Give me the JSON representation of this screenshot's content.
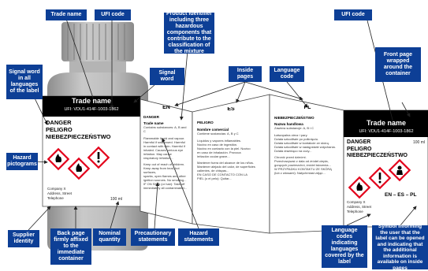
{
  "callouts": {
    "trade_name": "Trade name",
    "ufi_code_top": "UFI code",
    "product_identifier": "Product identifier including three hazardous components that contribute to the classification of the mixture",
    "ufi_code_right": "UFI code",
    "signal_word_all_languages": "Signal word in all languages of the label",
    "signal_word": "Signal word",
    "inside_pages": "Inside pages",
    "language_code": "Language code",
    "front_page_wrapped": "Front page wrapped around the container",
    "hazard_pictograms": "Hazard pictograms",
    "supplier_identity": "Supplier identity",
    "back_page_affixed": "Back page firmly affixed to the immediate container",
    "nominal_quantity": "Nominal quantity",
    "precautionary_statements": "Precautionary statements",
    "hazard_statements": "Hazard statements",
    "language_codes_covered": "Language codes indicating languages covered by the label",
    "symbol_informing": "Symbol informing the user that the label can be opened and indicating that the additional information is available on inside pages"
  },
  "back_label": {
    "trade_name": "Trade name",
    "ufi": "UFI: VDU1-414F-1003-1862",
    "signal_words": [
      "DANGER",
      "PELIGRO",
      "NIEBEZPIECZEŃSTWO"
    ],
    "company": [
      "Company X",
      "Address, Street",
      "Telephone"
    ],
    "quantity": "100 ml"
  },
  "pages": {
    "en": {
      "code": "EN",
      "signal": "DANGER",
      "trade_name": "Trade name",
      "contains": "Contains substances: A, B and C",
      "lines": [
        "Flammable liquid and vapour.",
        "Harmful if swallowed. Harmful",
        "in contact with skin. Harmful if",
        "inhaled. Causes serious eye",
        "irritation. May cause",
        "respiratory irritation...",
        "Keep out of reach of children.",
        "Keep away from heat, hot surfaces,",
        "sparks, open flames and other",
        "ignition sources. No smoking...",
        "IF ON SKIN (or hair): Take off",
        "immediately all contaminated..."
      ]
    },
    "es": {
      "code": "ES",
      "signal": "PELIGRO",
      "trade_name": "Nombre comercial",
      "contains": "Contiene sustancias: A, B y C",
      "lines": [
        "Líquidos y vapores inflamables.",
        "Nocivo en caso de ingestión.",
        "Nocivo en contacto con la piel. Nocivo",
        "en caso de inhalación. Provoca",
        "irritación ocular grave...",
        "Mantener fuera del alcance de los niños.",
        "Mantener alejado del calor, de superficies",
        "calientes, de chispas...",
        "EN CASO DE CONTACTO CON LA",
        "PIEL (o el pelo): Quitar..."
      ]
    },
    "pl": {
      "code": "PL",
      "signal": "NIEBEZPIECZEŃSTWO",
      "trade_name": "Nazwa handlowa",
      "contains": "Zawiera substancje: A, B i C",
      "lines": [
        "Łatwopalna ciecz i pary.",
        "Działa szkodliwie po połknięciu.",
        "Działa szkodliwie w kontakcie ze skórą.",
        "Działa szkodliwie w następstwie wdychania.",
        "Działa drażniąco na oczy...",
        "Chronić przed dziećmi.",
        "Przechowywać z dala od źródeł ciepła,",
        "gorących powierzchni, źródeł iskrzenia...",
        "W PRZYPADKU KONTAKTU ZE SKÓRĄ",
        "(lub z włosami): Natychmiast zdjąć..."
      ]
    }
  },
  "front_label": {
    "trade_name": "Trade name",
    "ufi": "UFI: VDU1-414F-1003-1862",
    "signal_words": [
      "DANGER",
      "PELIGRO",
      "NIEBEZPIECZEŃSTWO"
    ],
    "quantity": "100 ml",
    "company": [
      "Company X",
      "Address, Street",
      "Telephone"
    ],
    "language_codes": "EN – ES – PL"
  },
  "colors": {
    "callout_bg": "#0d3f96",
    "bottle_grey": "#a9a9a9",
    "label_header": "#000000",
    "diamond_red": "#e3001b"
  }
}
